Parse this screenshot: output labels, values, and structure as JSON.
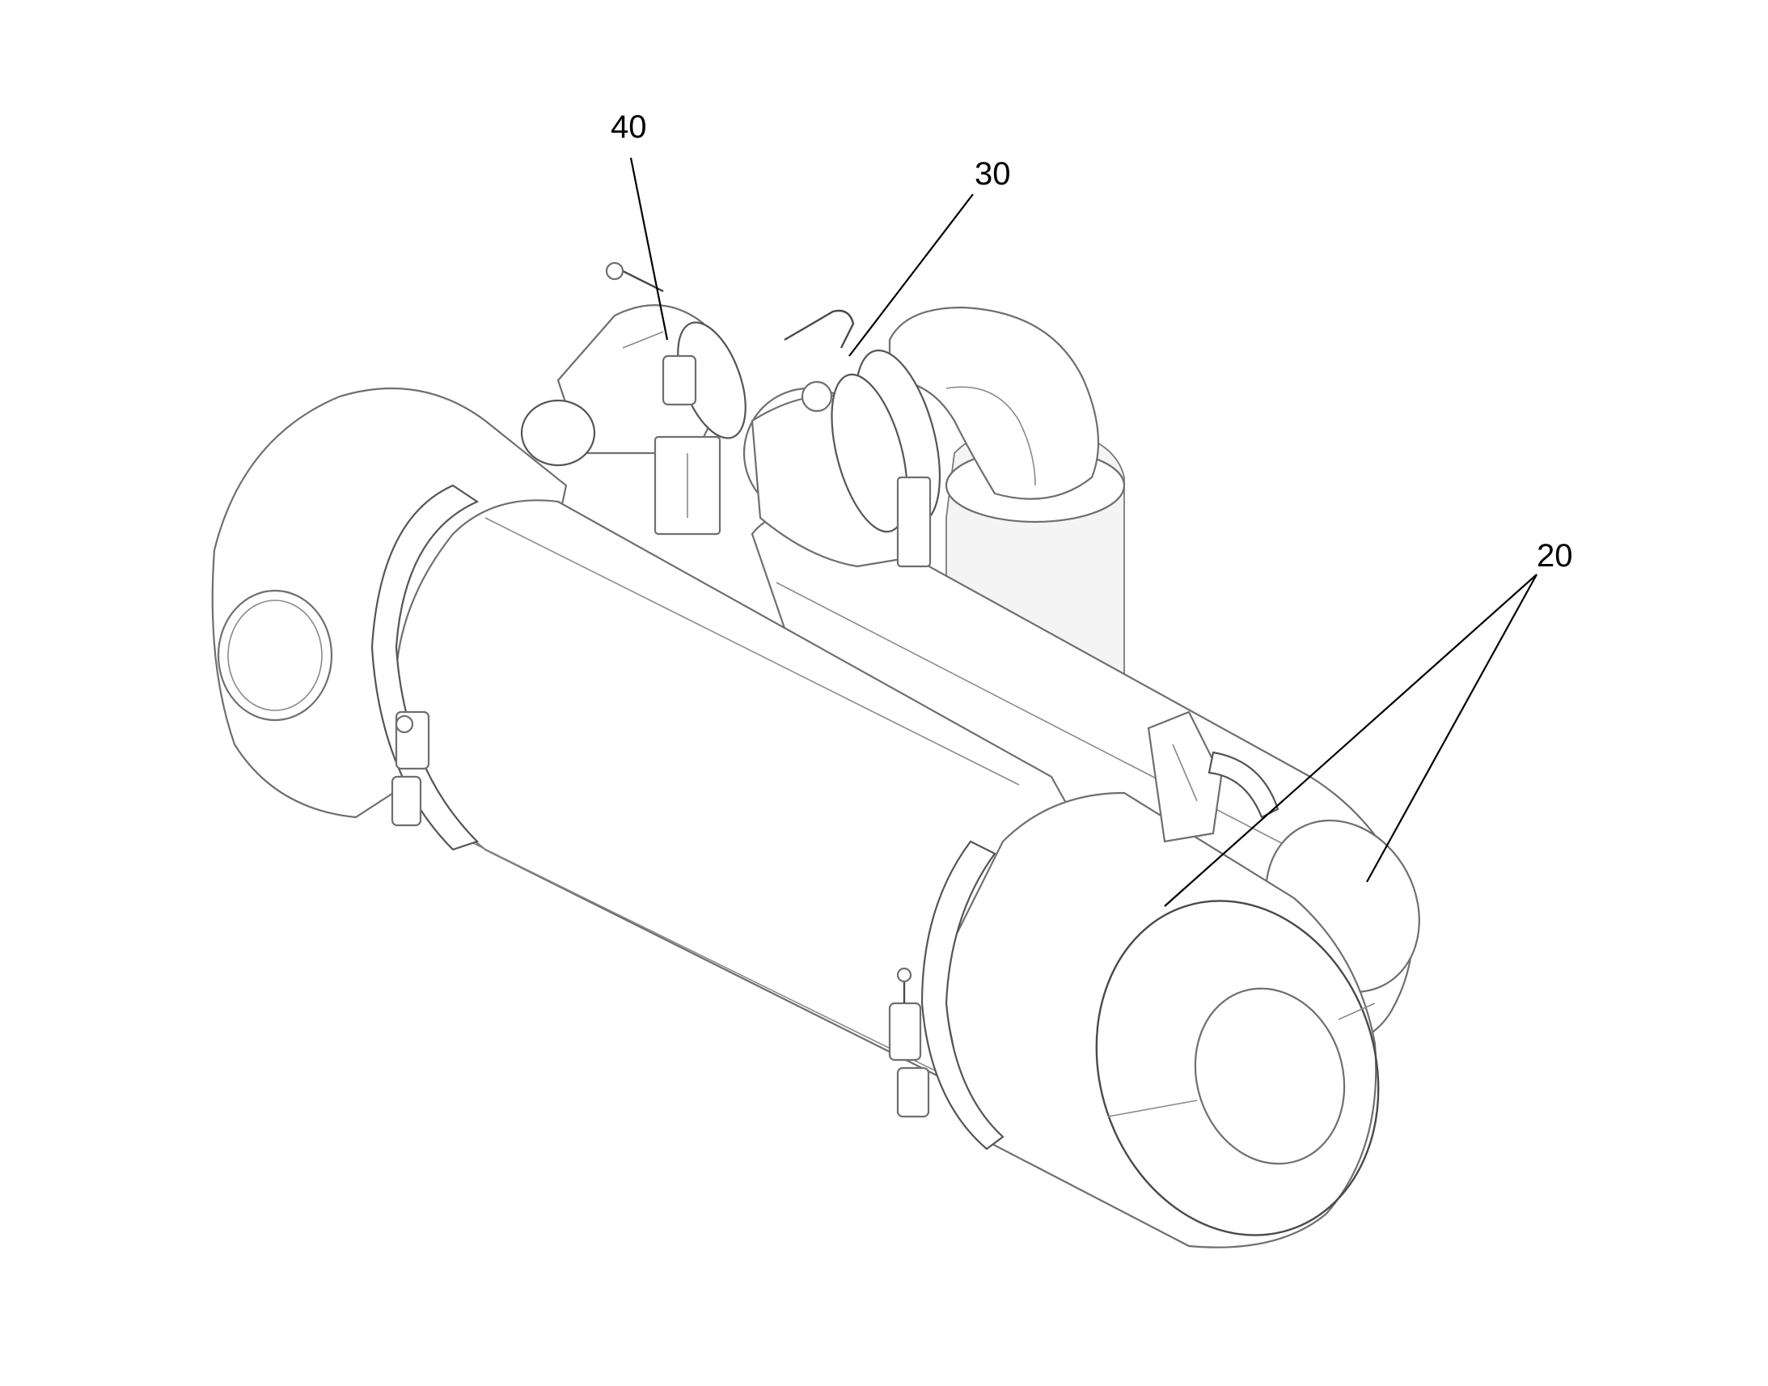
{
  "figure": {
    "labels": {
      "ref_40": "40",
      "ref_30": "30",
      "ref_20": "20"
    }
  }
}
